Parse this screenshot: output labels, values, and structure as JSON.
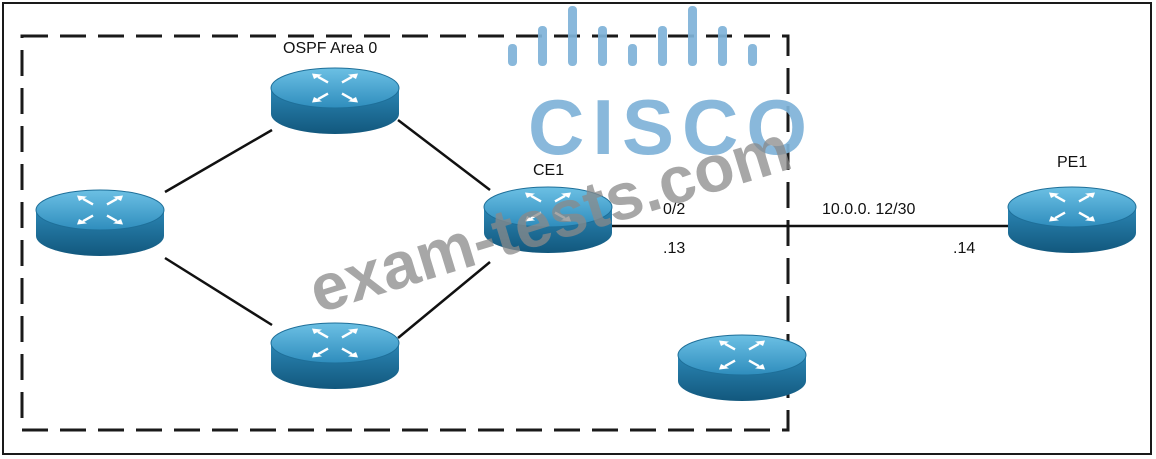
{
  "diagram": {
    "area_label": "OSPF Area 0",
    "routers": [
      {
        "id": "r-left",
        "label": ""
      },
      {
        "id": "r-top",
        "label": ""
      },
      {
        "id": "r-bottom",
        "label": ""
      },
      {
        "id": "ce1",
        "label": "CE1"
      },
      {
        "id": "r-extra",
        "label": ""
      },
      {
        "id": "pe1",
        "label": "PE1"
      }
    ],
    "links": [
      {
        "from": "r-left",
        "to": "r-top"
      },
      {
        "from": "r-left",
        "to": "r-bottom"
      },
      {
        "from": "r-top",
        "to": "ce1"
      },
      {
        "from": "r-bottom",
        "to": "ce1"
      },
      {
        "from": "ce1",
        "to": "pe1"
      }
    ],
    "ce1_interface": "0/2",
    "ce1_ip": ".13",
    "link_subnet": "10.0.0. 12/30",
    "pe1_ip": ".14"
  },
  "watermark": {
    "logo_text": "CISCO",
    "site_text": "exam-tests.com"
  },
  "colors": {
    "router_top": "#3fa0cc",
    "router_side": "#1e6f99",
    "logo": "#7fb3d8",
    "watermark": "#8a8a8a"
  }
}
